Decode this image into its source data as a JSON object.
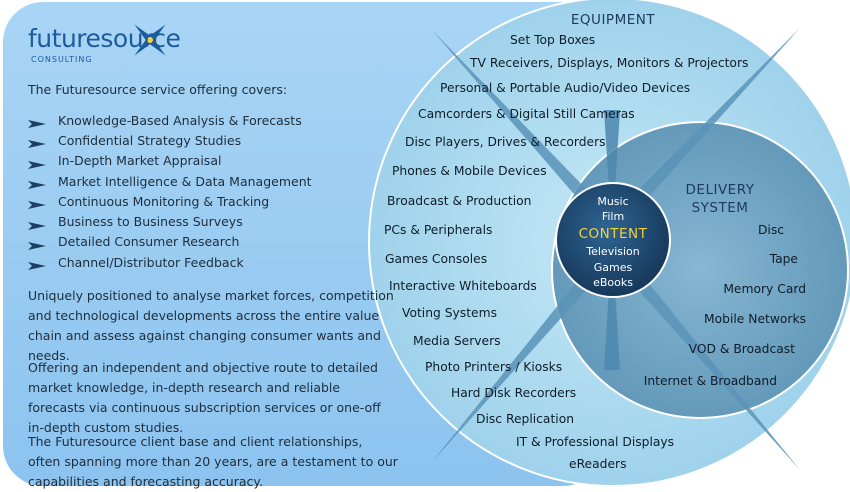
{
  "logo": {
    "name": "futuresource",
    "tagline": "CONSULTING"
  },
  "left": {
    "intro": "The Futuresource service offering covers:",
    "services": [
      "Knowledge-Based Analysis & Forecasts",
      "Confidential Strategy Studies",
      "In-Depth Market Appraisal",
      "Market Intelligence & Data Management",
      "Continuous Monitoring & Tracking",
      "Business to Business Surveys",
      "Detailed Consumer Research",
      "Channel/Distributor Feedback"
    ],
    "paragraphs": [
      "Uniquely positioned to analyse market forces, competition and technological developments across the entire value chain and assess against changing consumer wants and needs.",
      "Offering an independent and objective route to detailed market knowledge, in-depth research and reliable forecasts via continuous subscription services or one-off in-depth custom studies.",
      "The Futuresource client base and client relationships, often spanning more than 20 years, are a testament to our capabilities and forecasting accuracy."
    ]
  },
  "equipment": {
    "title": "EQUIPMENT",
    "items": [
      "Set Top Boxes",
      "TV Receivers, Displays, Monitors & Projectors",
      "Personal & Portable Audio/Video Devices",
      "Camcorders & Digital Still Cameras",
      "Disc Players, Drives & Recorders",
      "Phones & Mobile Devices",
      "Broadcast & Production",
      "PCs & Peripherals",
      "Games Consoles",
      "Interactive Whiteboards",
      "Voting Systems",
      "Media Servers",
      "Photo Printers / Kiosks",
      "Hard Disk Recorders",
      "Disc Replication",
      "IT & Professional Displays",
      "eReaders"
    ]
  },
  "delivery": {
    "title_line1": "DELIVERY",
    "title_line2": "SYSTEM",
    "items": [
      "Disc",
      "Tape",
      "Memory Card",
      "Mobile Networks",
      "VOD & Broadcast",
      "Internet & Broadband"
    ]
  },
  "content": {
    "title": "CONTENT",
    "above": [
      "Music",
      "Film"
    ],
    "below": [
      "Television",
      "Games",
      "eBooks"
    ]
  },
  "colors": {
    "panel": "#9ccdf3",
    "outer_circle": "#a8d9ef",
    "middle_circle": "#72a6c4",
    "inner_circle": "#214e75",
    "content_highlight": "#f5d23a",
    "logo": "#1d5c9c"
  }
}
